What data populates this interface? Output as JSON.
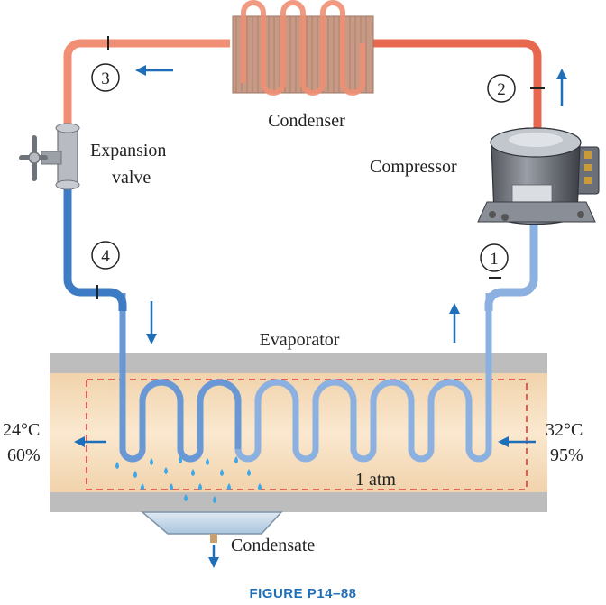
{
  "labels": {
    "condenser": "Condenser",
    "compressor": "Compressor",
    "expansion_line1": "Expansion",
    "expansion_line2": "valve",
    "evaporator": "Evaporator",
    "pressure": "1 atm",
    "condensate": "Condensate"
  },
  "states": [
    "1",
    "2",
    "3",
    "4"
  ],
  "inlet_air": {
    "temperature": "32°C",
    "humidity": "95%"
  },
  "outlet_air": {
    "temperature": "24°C",
    "humidity": "60%"
  },
  "caption": "FIGURE P14–88",
  "colors": {
    "hot_line": "#e8684f",
    "warm_line": "#f08f73",
    "cold_line": "#3d7cc4",
    "cool_line": "#8cb0e0",
    "duct": "#f6dcb8",
    "duct_wall": "#b9b9b9",
    "arrow": "#1f6fb8",
    "dashed_box": "#e23b3b",
    "water": "#3fa7e6"
  }
}
